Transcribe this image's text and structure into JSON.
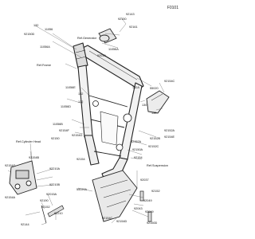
{
  "page": {
    "code": "F0101"
  },
  "references": {
    "generator": "Ref.Generator",
    "frame": "Ref.Frame",
    "cylinder_head": "Ref.Cylinder Head",
    "suspension": "Ref.Suspension"
  },
  "part_numbers": {
    "p01": "132",
    "p02": "11056",
    "p03": "92150D",
    "p04": "11056A",
    "p05": "92143",
    "p06": "92150",
    "p07": "92161",
    "p08": "92019",
    "p09": "11056A",
    "p10": "11056E",
    "p11": "132",
    "p12": "132",
    "p13": "11056D",
    "p14": "132A",
    "p15": "55020",
    "p16": "92154C",
    "p17": "130",
    "p18": "11056B",
    "p19": "92154F",
    "p20": "130",
    "p21": "92152A",
    "p22": "92154E",
    "p23": "92152B",
    "p24": "92152C",
    "p25": "92152A",
    "p26": "92150A",
    "p27": "92154",
    "p28": "92154G",
    "p29": "92154G",
    "p30": "92154B",
    "p31": "92210A",
    "p32": "92150",
    "p33": "92154",
    "p34": "92210B",
    "p35": "92154A",
    "p36": "92037",
    "p37": "92152",
    "p38": "92049",
    "p39": "92043",
    "p40": "92049",
    "p41": "55020A",
    "p42": "92015A",
    "p43": "92190",
    "p44": "92152",
    "p45": "92210",
    "p46": "92154C",
    "p47": "92154D",
    "p48": "92144",
    "p49": "92150D"
  }
}
